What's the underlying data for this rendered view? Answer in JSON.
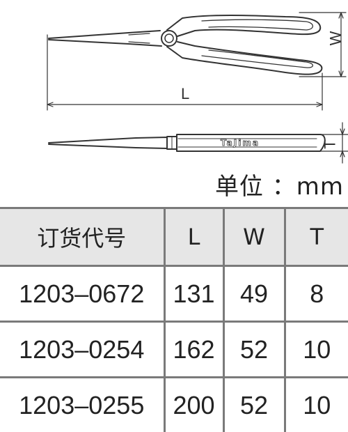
{
  "dimensions": {
    "length": "L",
    "width": "W",
    "thickness": "T"
  },
  "brand": "TaJima",
  "unit_text": "单位 ：mm",
  "table": {
    "headers": [
      "订货代号",
      "L",
      "W",
      "T"
    ],
    "rows": [
      [
        "1203–0672",
        "131",
        "49",
        "8"
      ],
      [
        "1203–0254",
        "162",
        "52",
        "10"
      ],
      [
        "1203–0255",
        "200",
        "52",
        "10"
      ]
    ]
  }
}
